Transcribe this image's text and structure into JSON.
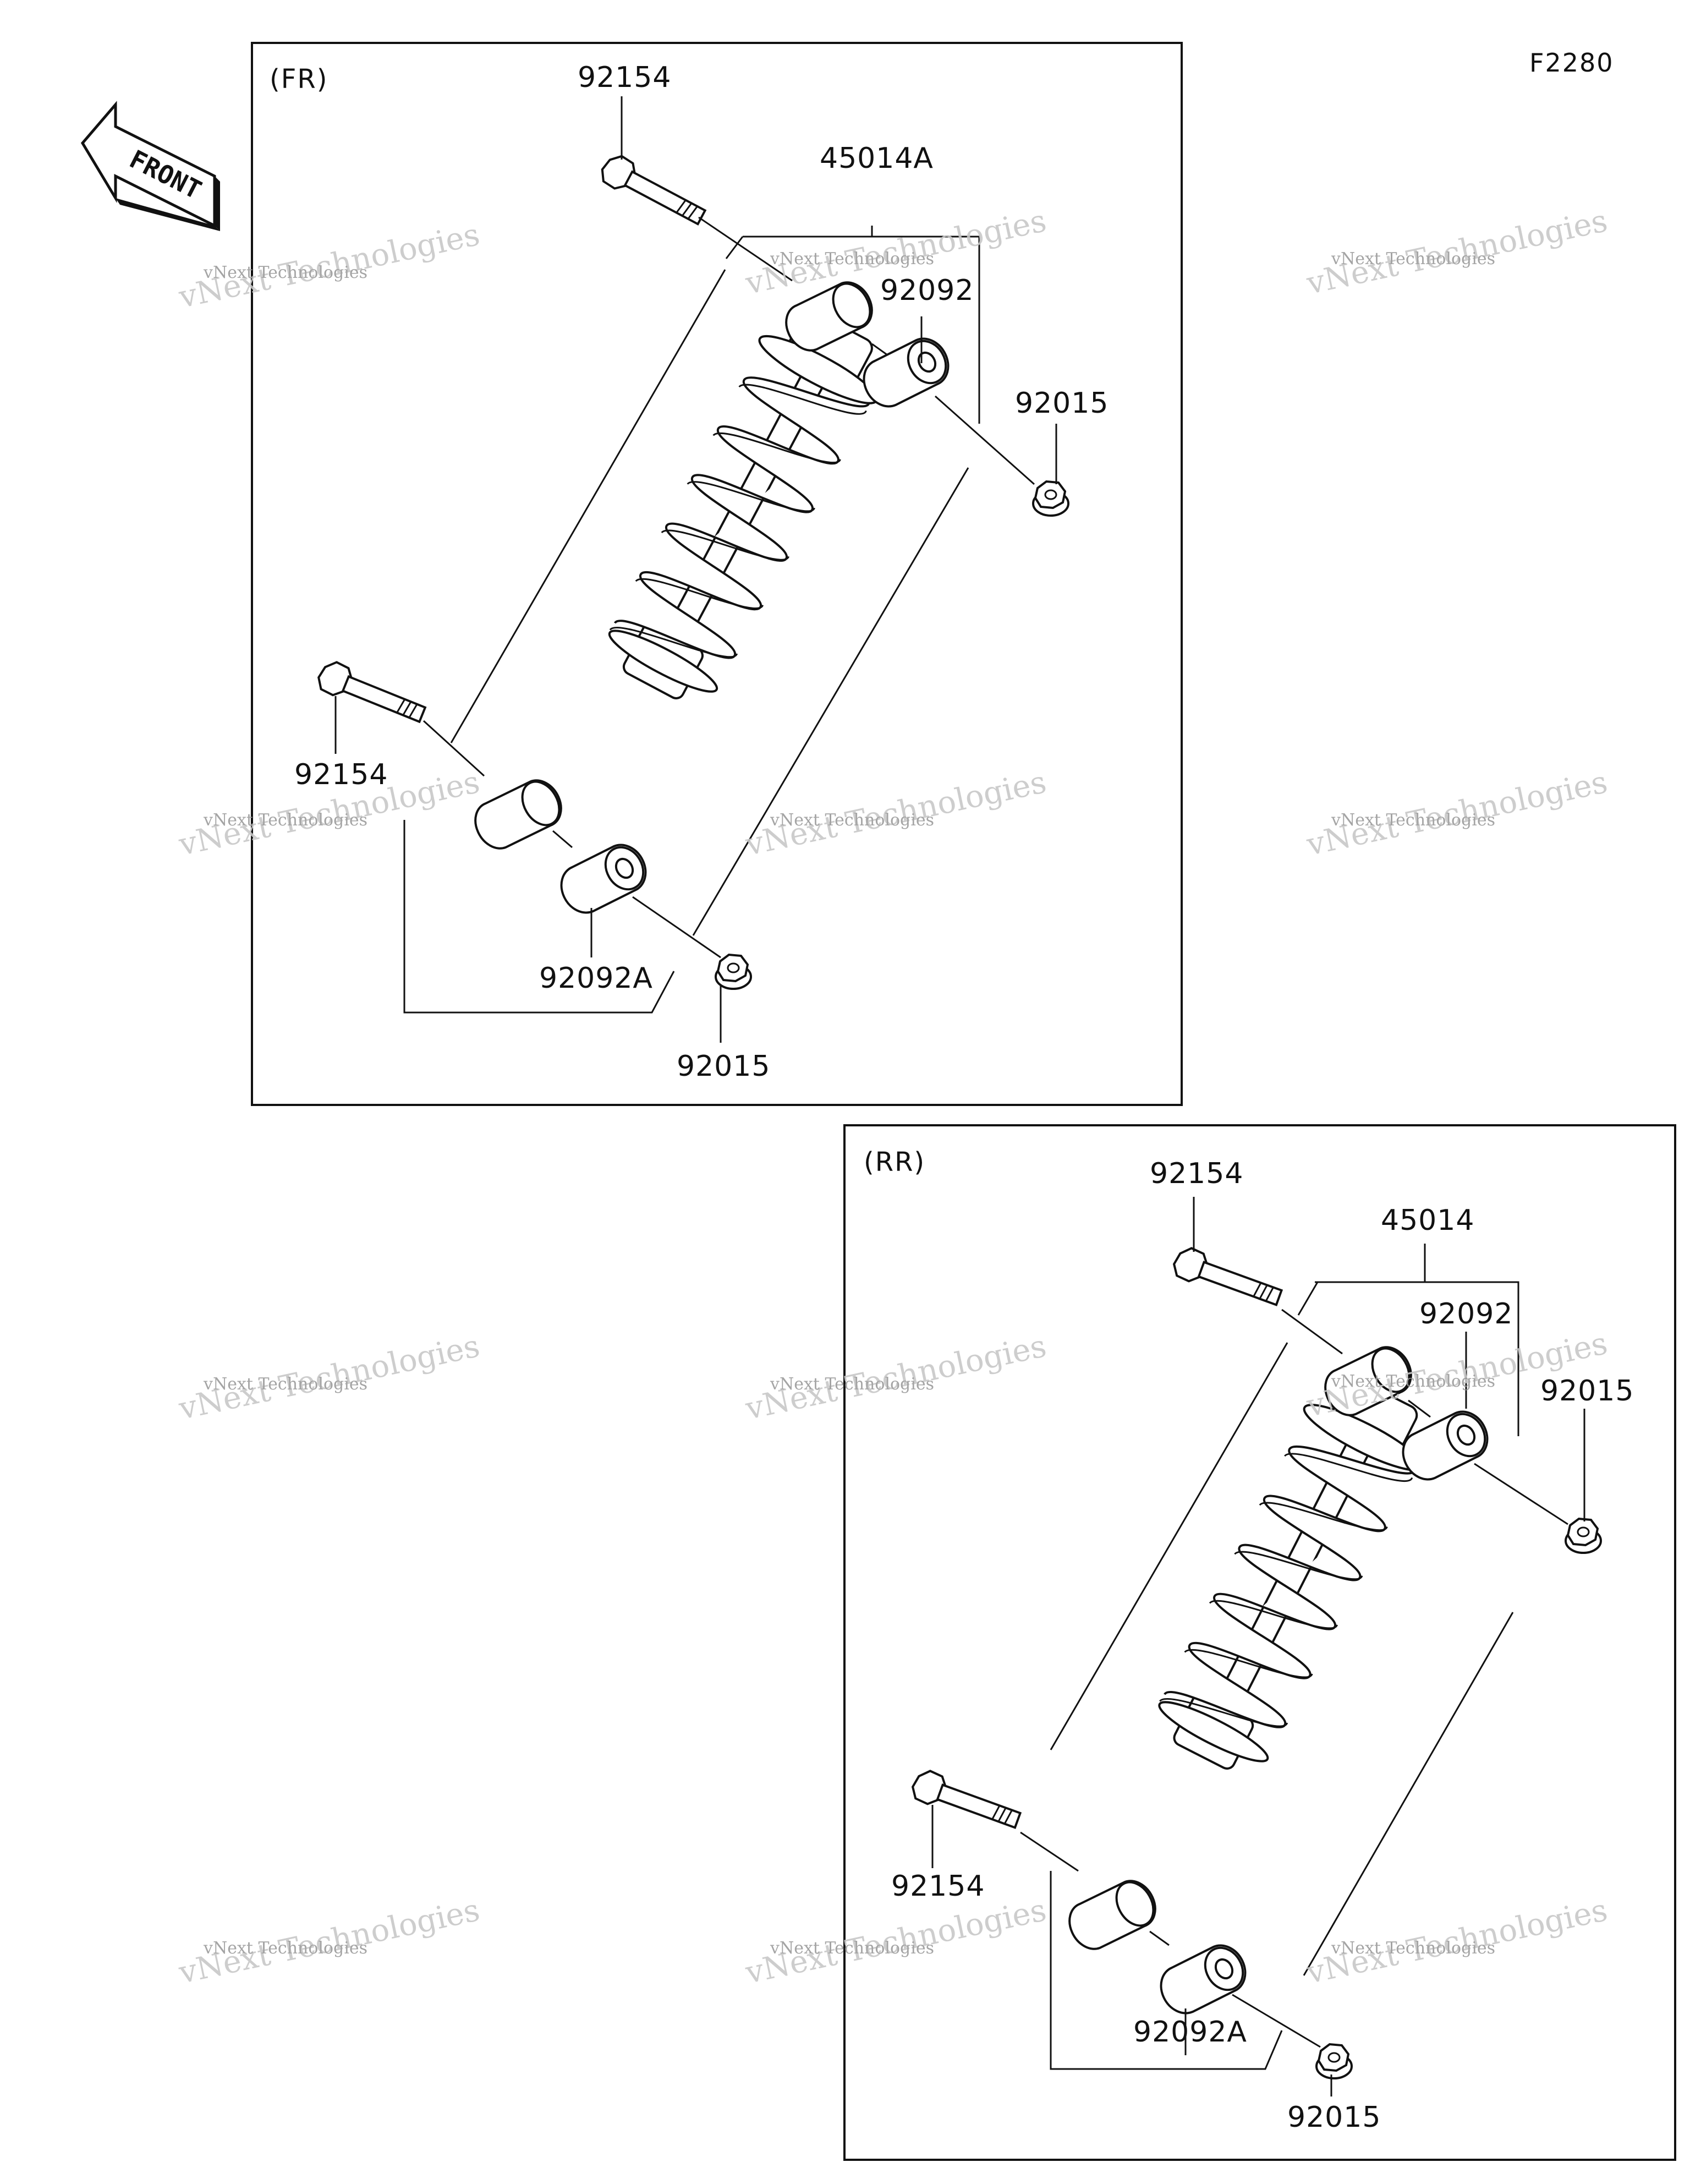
{
  "diagram_code": "F2280",
  "front_arrow_label": "FRONT",
  "sections": {
    "front": {
      "label": "(FR)",
      "parts": {
        "assembly": "45014A",
        "upper_bolt": "92154",
        "upper_bushing": "92092",
        "upper_nut": "92015",
        "lower_bolt": "92154",
        "lower_bushing": "92092A",
        "lower_nut": "92015"
      }
    },
    "rear": {
      "label": "(RR)",
      "parts": {
        "assembly": "45014",
        "upper_bolt": "92154",
        "upper_bushing": "92092",
        "upper_nut": "92015",
        "lower_bolt": "92154",
        "lower_bushing": "92092A",
        "lower_nut": "92015"
      }
    }
  },
  "watermark": {
    "line1": "vNext Technologies",
    "line2": "vNext Technologies"
  },
  "colors": {
    "line": "#111111",
    "background": "#ffffff",
    "watermark": "#c8c8c8"
  }
}
